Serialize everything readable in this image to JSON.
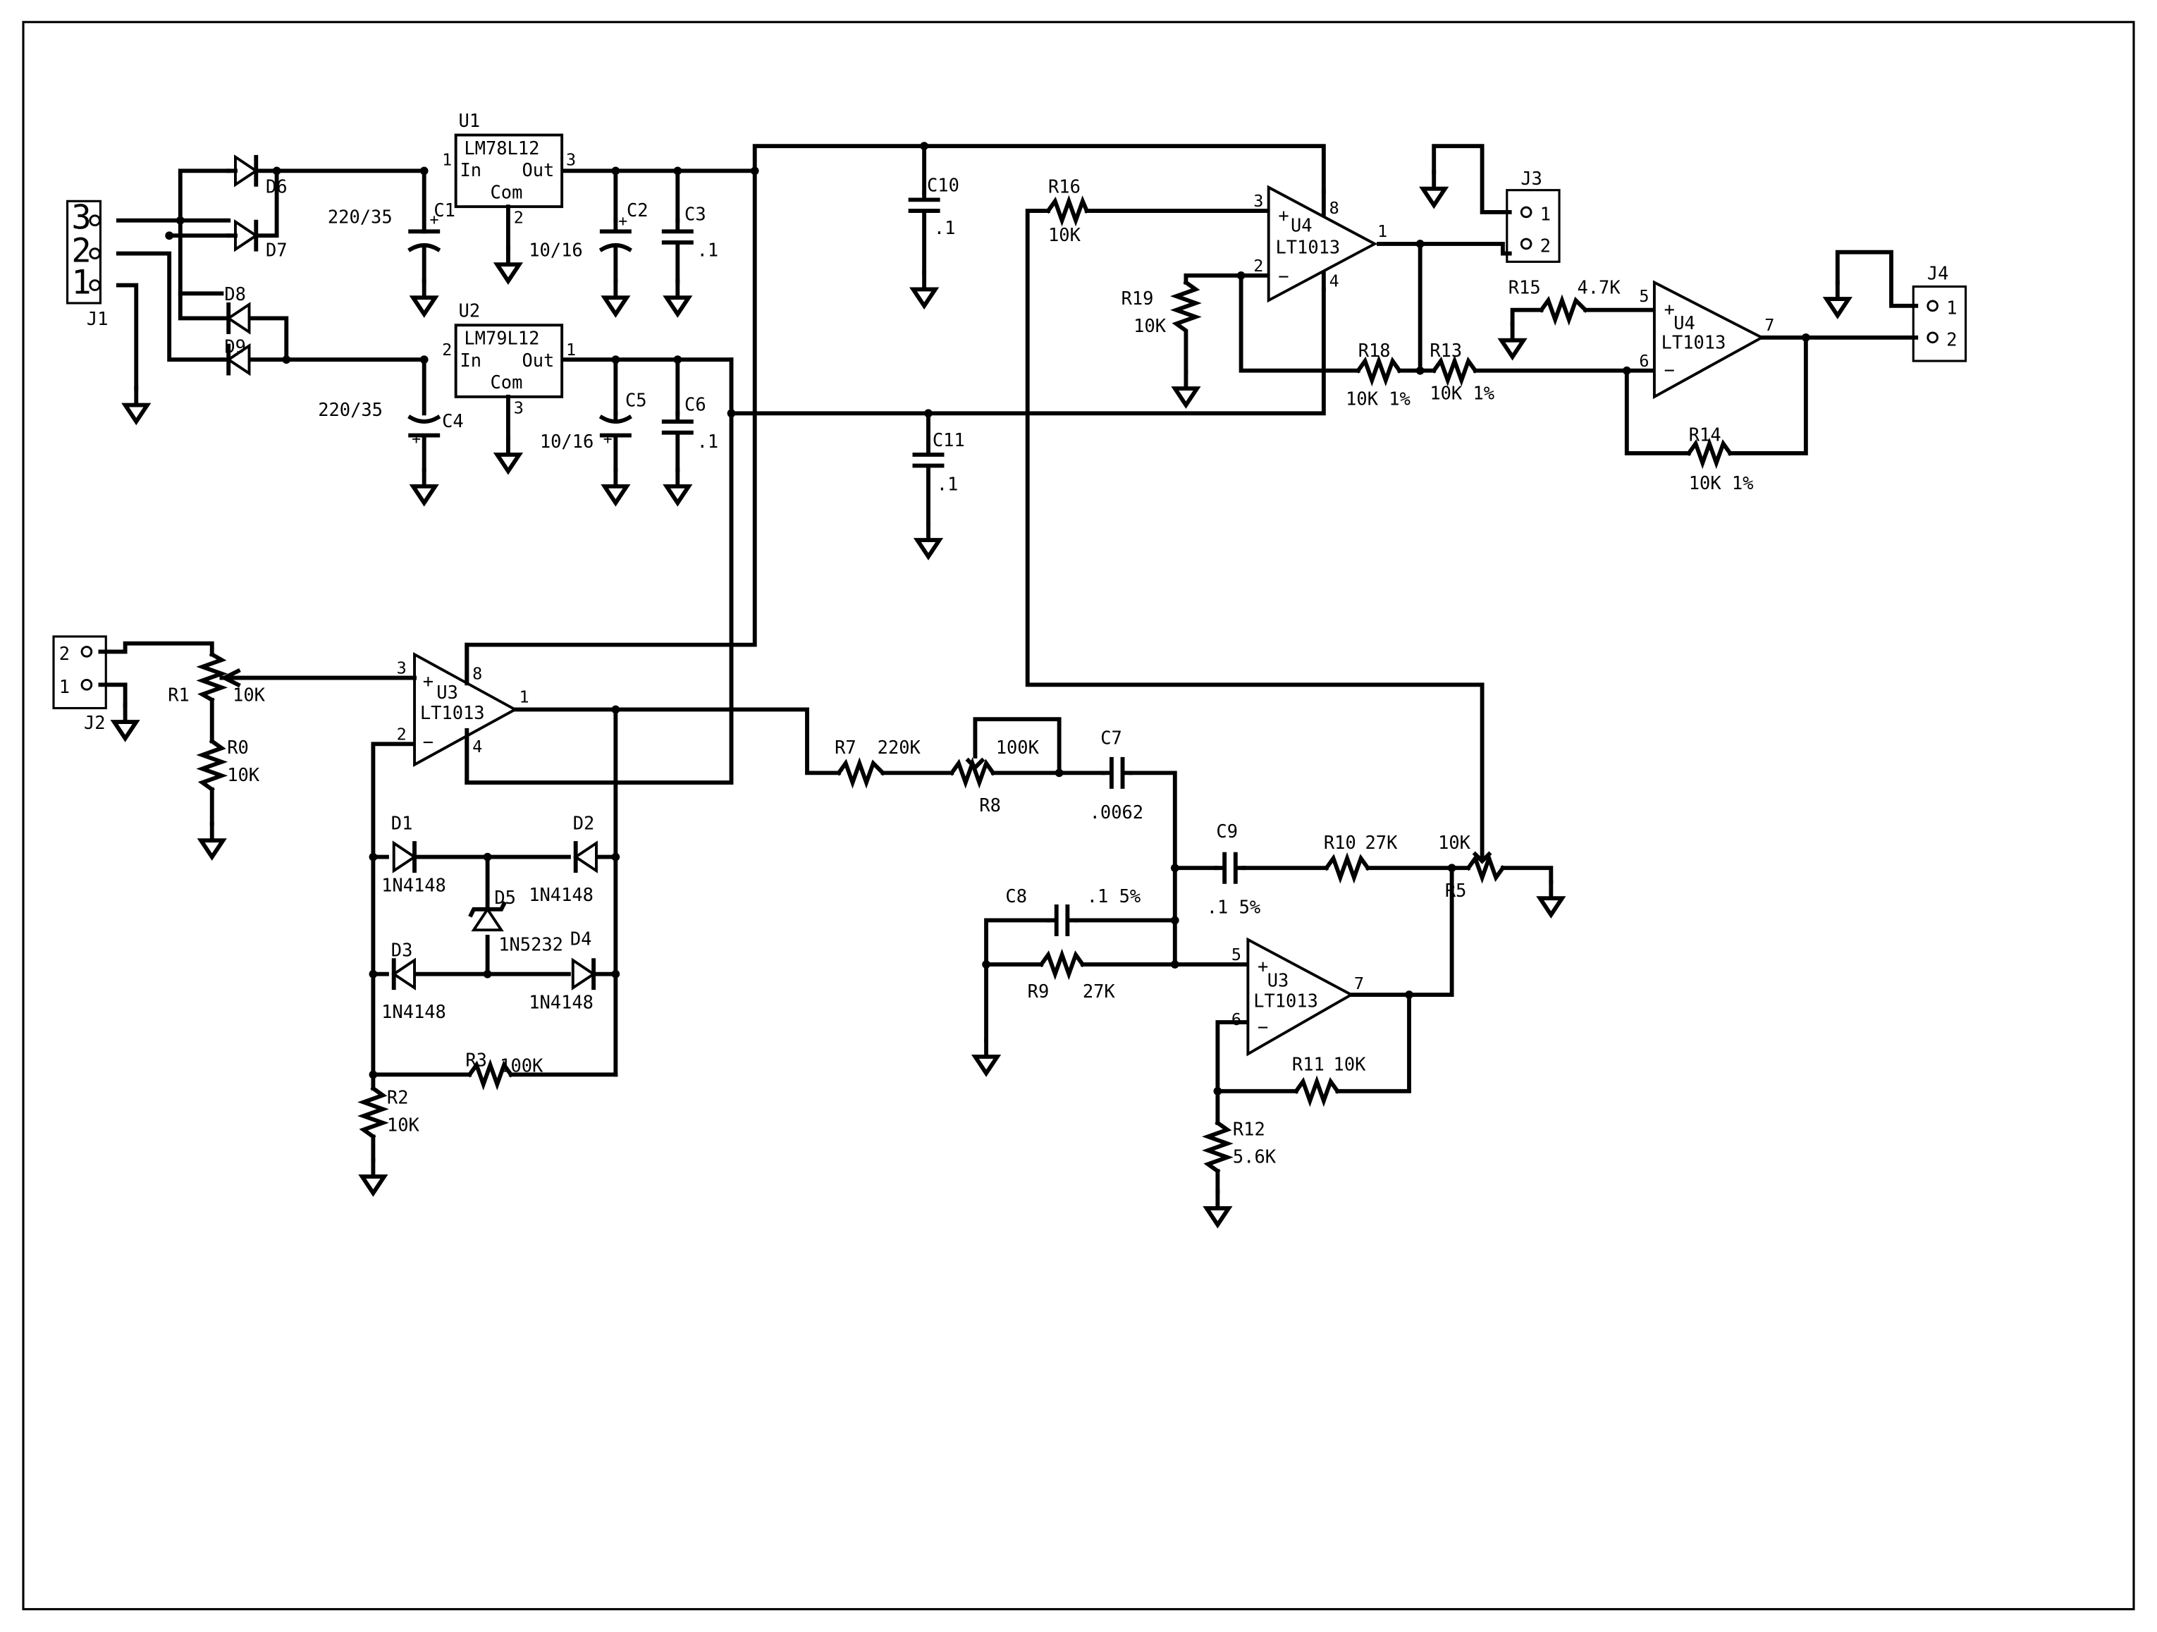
{
  "parts": {
    "J1": {
      "ref": "J1",
      "pins": [
        "3",
        "2",
        "1"
      ]
    },
    "J2": {
      "ref": "J2",
      "pins": [
        "2",
        "1"
      ]
    },
    "J3": {
      "ref": "J3",
      "pins": [
        "1",
        "2"
      ]
    },
    "J4": {
      "ref": "J4",
      "pins": [
        "1",
        "2"
      ]
    },
    "U1": {
      "ref": "U1",
      "part": "LM78L12",
      "in": "In",
      "out": "Out",
      "com": "Com",
      "pin_in": "1",
      "pin_out": "3",
      "pin_com": "2"
    },
    "U2": {
      "ref": "U2",
      "part": "LM79L12",
      "in": "In",
      "out": "Out",
      "com": "Com",
      "pin_in": "2",
      "pin_out": "1",
      "pin_com": "3"
    },
    "U3A": {
      "ref": "U3",
      "part": "LT1013",
      "p_plus": "3",
      "p_minus": "2",
      "p_out": "1",
      "p_vp": "8",
      "p_vn": "4"
    },
    "U3B": {
      "ref": "U3",
      "part": "LT1013",
      "p_plus": "5",
      "p_minus": "6",
      "p_out": "7"
    },
    "U4A": {
      "ref": "U4",
      "part": "LT1013",
      "p_plus": "3",
      "p_minus": "2",
      "p_out": "1",
      "p_vp": "8",
      "p_vn": "4"
    },
    "U4B": {
      "ref": "U4",
      "part": "LT1013",
      "p_plus": "5",
      "p_minus": "6",
      "p_out": "7"
    },
    "D1": {
      "ref": "D1",
      "val": "1N4148"
    },
    "D2": {
      "ref": "D2",
      "val": "1N4148"
    },
    "D3": {
      "ref": "D3",
      "val": "1N4148"
    },
    "D4": {
      "ref": "D4",
      "val": "1N4148"
    },
    "D5": {
      "ref": "D5",
      "val": "1N5232"
    },
    "D6": {
      "ref": "D6"
    },
    "D7": {
      "ref": "D7"
    },
    "D8": {
      "ref": "D8"
    },
    "D9": {
      "ref": "D9"
    },
    "C1": {
      "ref": "C1",
      "val": "220/35"
    },
    "C2": {
      "ref": "C2",
      "val": "10/16"
    },
    "C3": {
      "ref": "C3",
      "val": ".1"
    },
    "C4": {
      "ref": "C4",
      "val": "220/35"
    },
    "C5": {
      "ref": "C5",
      "val": "10/16"
    },
    "C6": {
      "ref": "C6",
      "val": ".1"
    },
    "C7": {
      "ref": "C7",
      "val": ".0062"
    },
    "C8": {
      "ref": "C8",
      "val": ".1 5%"
    },
    "C9": {
      "ref": "C9",
      "val": ".1 5%"
    },
    "C10": {
      "ref": "C10",
      "val": ".1"
    },
    "C11": {
      "ref": "C11",
      "val": ".1"
    },
    "R0": {
      "ref": "R0",
      "val": "10K"
    },
    "R1": {
      "ref": "R1",
      "val": "10K"
    },
    "R2": {
      "ref": "R2",
      "val": "10K"
    },
    "R3": {
      "ref": "R3",
      "val": "100K"
    },
    "R5": {
      "ref": "R5",
      "val": "10K"
    },
    "R7": {
      "ref": "R7",
      "val": "220K"
    },
    "R8": {
      "ref": "R8",
      "val": "100K"
    },
    "R9": {
      "ref": "R9",
      "val": "27K"
    },
    "R10": {
      "ref": "R10",
      "val": "27K"
    },
    "R11": {
      "ref": "R11",
      "val": "10K"
    },
    "R12": {
      "ref": "R12",
      "val": "5.6K"
    },
    "R13": {
      "ref": "R13",
      "val": "10K 1%"
    },
    "R14": {
      "ref": "R14",
      "val": "10K 1%"
    },
    "R15": {
      "ref": "R15",
      "val": "4.7K"
    },
    "R16": {
      "ref": "R16",
      "val": "10K"
    },
    "R18": {
      "ref": "R18",
      "val": "10K 1%"
    },
    "R19": {
      "ref": "R19",
      "val": "10K"
    }
  },
  "symbols": {
    "plus": "+",
    "minus": "−",
    "cap_plus": "+"
  }
}
